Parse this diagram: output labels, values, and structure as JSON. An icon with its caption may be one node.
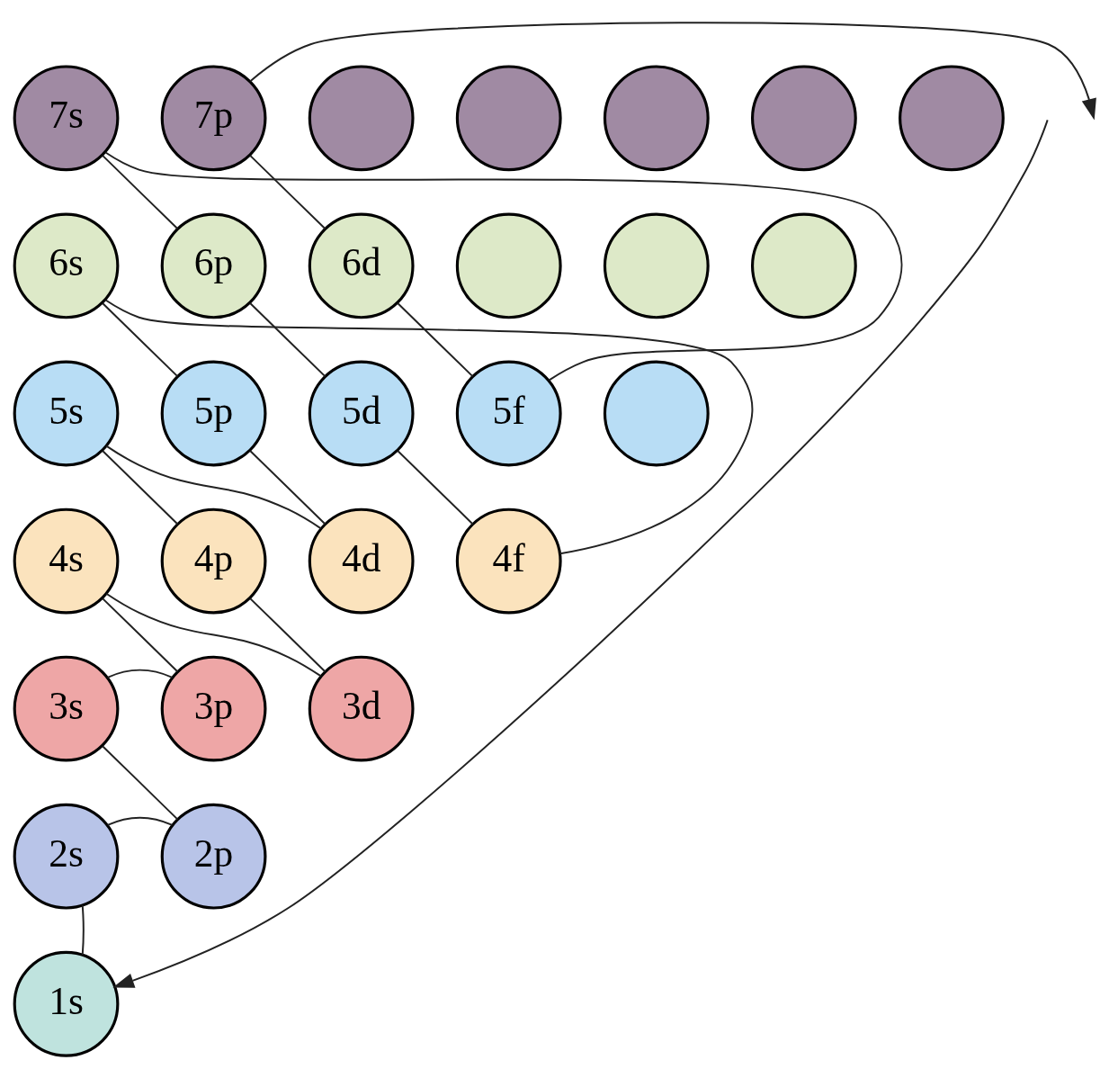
{
  "diagram": {
    "nodes": [
      {
        "text": [
          "7s"
        ]
      },
      {
        "text": [
          "7p"
        ]
      },
      {
        "text": [],
        "shape": "circle"
      },
      {
        "text": [],
        "shape": "circle"
      },
      {
        "text": [],
        "shape": "circle"
      },
      {
        "text": [],
        "shape": "circle"
      },
      {
        "text": [],
        "shape": "circle"
      },
      {
        "text": [
          "6s"
        ]
      },
      {
        "text": [
          "6p"
        ]
      },
      {
        "text": [
          "6d"
        ]
      },
      {
        "text": [],
        "shape": "circle"
      },
      {
        "text": [],
        "shape": "circle"
      },
      {
        "text": [],
        "shape": "circle"
      },
      {
        "text": [
          "5s"
        ]
      },
      {
        "text": [
          "5p"
        ]
      },
      {
        "text": [
          "5d"
        ]
      },
      {
        "text": [
          "5f"
        ]
      },
      {
        "text": [],
        "shape": "circle"
      },
      {
        "text": [
          "4s"
        ]
      },
      {
        "text": [
          "4p"
        ]
      },
      {
        "text": [
          "4d"
        ]
      },
      {
        "text": [
          "4f"
        ]
      },
      {
        "text": [
          "3s"
        ]
      },
      {
        "text": [
          "3p"
        ]
      },
      {
        "text": [
          "3d"
        ]
      },
      {
        "text": [
          "2s"
        ]
      },
      {
        "text": [
          "2p"
        ]
      },
      {
        "text": [
          "1s"
        ]
      }
    ],
    "edges": [
      {
        "from": null,
        "to": 27,
        "arrow": "to"
      },
      {
        "from": 27,
        "to": 25,
        "arrow": "none"
      },
      {
        "from": 25,
        "to": 26,
        "arrow": "none"
      },
      {
        "from": 26,
        "to": 22,
        "arrow": "none"
      },
      {
        "from": 22,
        "to": 23,
        "arrow": "none"
      },
      {
        "from": 23,
        "to": 18,
        "arrow": "none"
      },
      {
        "from": 18,
        "to": 24,
        "arrow": "none"
      },
      {
        "from": 24,
        "to": 19,
        "arrow": "none"
      },
      {
        "from": 19,
        "to": 13,
        "arrow": "none"
      },
      {
        "from": 13,
        "to": 20,
        "arrow": "none"
      },
      {
        "from": 20,
        "to": 14,
        "arrow": "none"
      },
      {
        "from": 14,
        "to": 7,
        "arrow": "none"
      },
      {
        "from": 7,
        "to": 21,
        "arrow": "none"
      },
      {
        "from": 21,
        "to": 15,
        "arrow": "none"
      },
      {
        "from": 15,
        "to": 8,
        "arrow": "none"
      },
      {
        "from": 8,
        "to": 0,
        "arrow": "none"
      },
      {
        "from": 0,
        "to": 16,
        "arrow": "none"
      },
      {
        "from": 16,
        "to": 9,
        "arrow": "none"
      },
      {
        "from": 9,
        "to": 1,
        "arrow": "none"
      },
      {
        "from": 1,
        "to": null,
        "arrow": "to"
      }
    ]
  }
}
